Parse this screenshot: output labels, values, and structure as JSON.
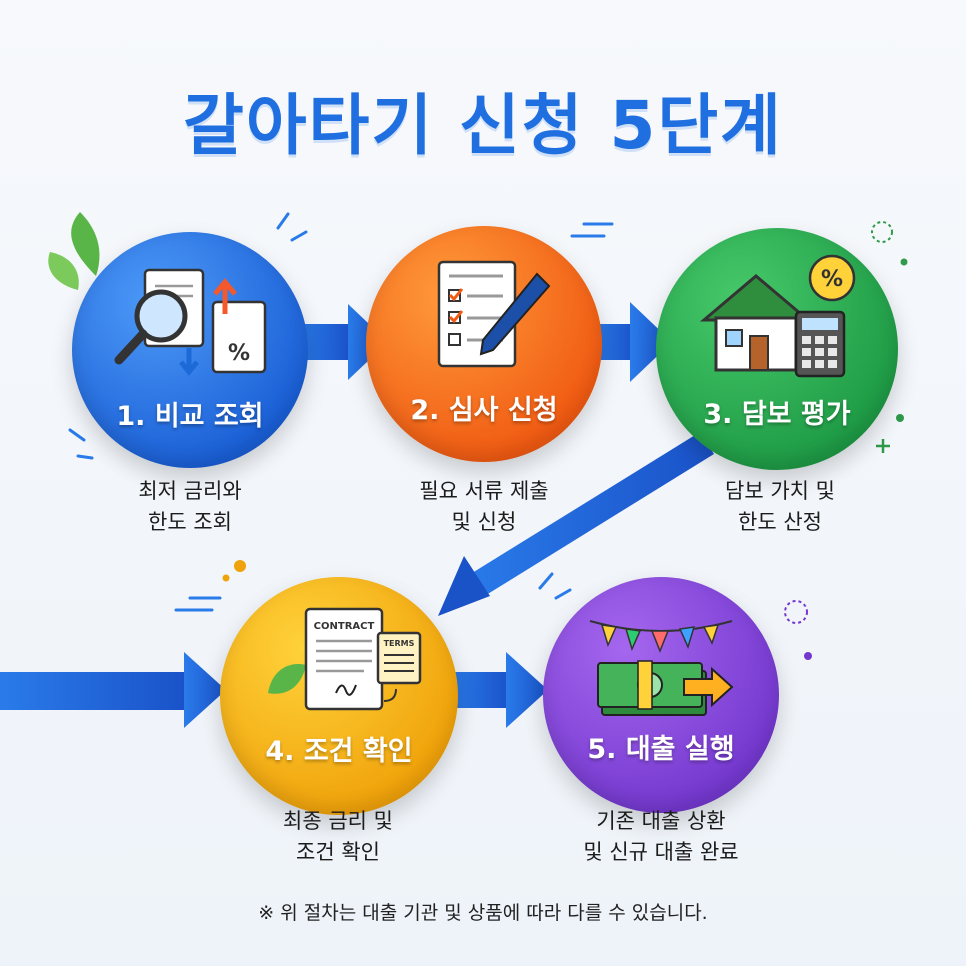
{
  "title": "갈아타기 신청 5단계",
  "steps": [
    {
      "label": "1. 비교 조회",
      "desc_line1": "최저 금리와",
      "desc_line2": "한도 조회",
      "color": "#1a5fd6",
      "icon": "magnifier-document-icon"
    },
    {
      "label": "2. 심사 신청",
      "desc_line1": "필요 서류 제출",
      "desc_line2": "및 신청",
      "color": "#f05a12",
      "icon": "checklist-pen-icon"
    },
    {
      "label": "3. 담보 평가",
      "desc_line1": "담보 가치 및",
      "desc_line2": "한도 산정",
      "color": "#1e9a45",
      "icon": "house-calculator-icon"
    },
    {
      "label": "4. 조건 확인",
      "desc_line1": "최종 금리 및",
      "desc_line2": "조건 확인",
      "color": "#f0a20a",
      "icon": "contract-icon",
      "contract_text": "CONTRACT",
      "terms_text": "TERMS"
    },
    {
      "label": "5. 대출 실행",
      "desc_line1": "기존 대출 상환",
      "desc_line2": "및 신규 대출 완료",
      "color": "#7438cf",
      "icon": "money-celebration-icon"
    }
  ],
  "footnote": "※ 위 절차는 대출 기관 및 상품에 따라 다를 수 있습니다.",
  "colors": {
    "title": "#1f6fe0",
    "arrow": "#1f66d9"
  }
}
